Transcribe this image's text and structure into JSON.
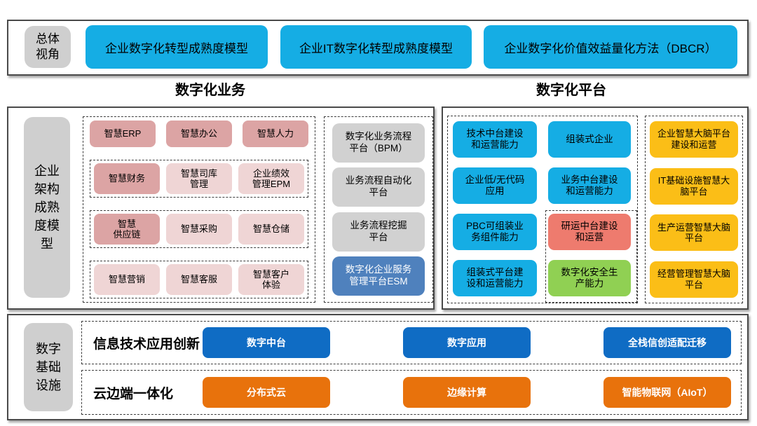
{
  "colors": {
    "cyan": "#15ADE4",
    "dark_blue": "#0F6CC4",
    "orange": "#E8720C",
    "yellow": "#FBBE17",
    "red": "#EE7B6E",
    "green": "#90D053",
    "pink_dark": "#DCA4A4",
    "pink_light": "#EFD5D5",
    "gray_box": "#CFCFCF",
    "steel_blue": "#4F81BD",
    "panel_border": "#4A4A4A"
  },
  "top_band": {
    "label": "总体\n视角",
    "boxes": [
      "企业数字化转型成熟度模型",
      "企业IT数字化转型成熟度模型",
      "企业数字化价值效益量化方法（DBCR）"
    ]
  },
  "headers": {
    "business": "数字化业务",
    "platform": "数字化平台"
  },
  "business_section": {
    "label": "企业\n架构\n成熟\n度模\n型",
    "row1": [
      "智慧ERP",
      "智慧办公",
      "智慧人力"
    ],
    "row2": [
      "智慧财务",
      "智慧司库\n管理",
      "企业绩效\n管理EPM"
    ],
    "row3": [
      "智慧\n供应链",
      "智慧采购",
      "智慧仓储"
    ],
    "row4": [
      "智慧营销",
      "智慧客服",
      "智慧客户\n体验"
    ],
    "process_column": [
      "数字化业务流程\n平台（BPM）",
      "业务流程自动化\n平台",
      "业务流程挖掘\n平台",
      "数字化企业服务\n管理平台ESM"
    ]
  },
  "platform_section": {
    "col1": [
      "技术中台建设\n和运营能力",
      "企业低/无代码\n应用",
      "PBC可组装业\n务组件能力",
      "组装式平台建\n设和运营能力"
    ],
    "col2": [
      "组装式企业",
      "业务中台建设\n和运营能力",
      "研运中台建设\n和运营",
      "数字化安全生\n产能力"
    ],
    "col3": [
      "企业智慧大脑平台\n建设和运营",
      "IT基础设施智慧大\n脑平台",
      "生产运营智慧大脑\n平台",
      "经营管理智慧大脑\n平台"
    ]
  },
  "infra_section": {
    "label": "数字\n基础\n设施",
    "row1": {
      "title": "信息技术应用创新",
      "boxes": [
        "数字中台",
        "数字应用",
        "全栈信创适配迁移"
      ]
    },
    "row2": {
      "title": "云边端一体化",
      "boxes": [
        "分布式云",
        "边缘计算",
        "智能物联网（AIoT）"
      ]
    }
  }
}
